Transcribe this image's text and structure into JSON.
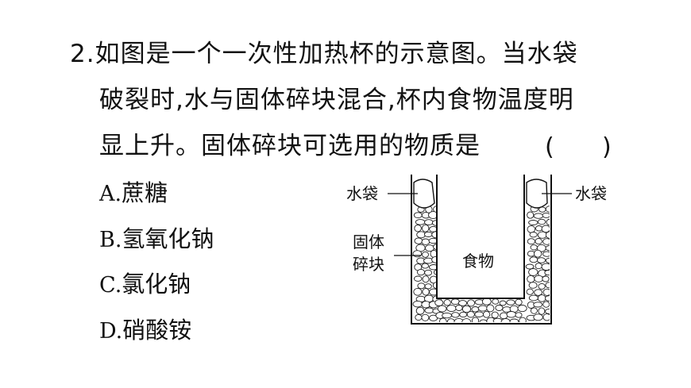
{
  "question": {
    "line1": "2.如图是一个一次性加热杯的示意图。当水袋",
    "line2": "破裂时,水与固体碎块混合,杯内食物温度明",
    "line3": "显上升。固体碎块可选用的物质是",
    "bracket_open": "(",
    "bracket_close": ")"
  },
  "options": [
    {
      "letter": "A.",
      "text": "蔗糖"
    },
    {
      "letter": "B.",
      "text": "氢氧化钠"
    },
    {
      "letter": "C.",
      "text": "氯化钠"
    },
    {
      "letter": "D.",
      "text": "硝酸铵"
    }
  ],
  "figure": {
    "label_water_bag_left": "水袋",
    "label_water_bag_right": "水袋",
    "label_solid_line1": "固体",
    "label_solid_line2": "碎块",
    "label_food": "食物"
  }
}
